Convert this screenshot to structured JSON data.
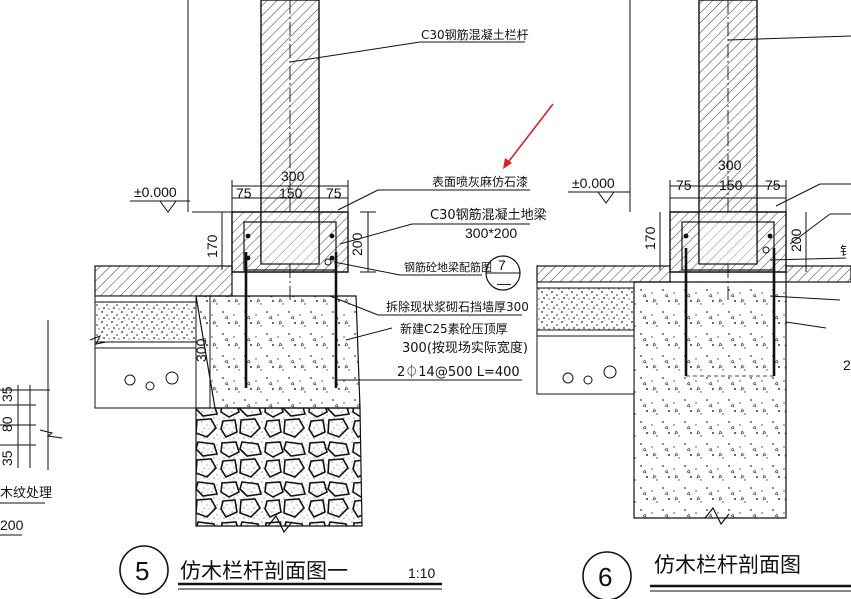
{
  "left_section": {
    "elevation": "±0.000",
    "dims": {
      "total": "300",
      "left": "75",
      "middle": "150",
      "right": "75",
      "beam_h": "170",
      "beam_depth": "200",
      "base_h": "300"
    },
    "labels": {
      "column": "C30钢筋混凝土栏杆",
      "finish": "表面喷灰麻仿石漆",
      "beam": "C30钢筋混凝土地梁",
      "beam_size": "300*200",
      "rebar_ref": "钢筋砼地梁配筋图",
      "detail_num": "7",
      "detail_sheet": "—",
      "demolish": "拆除现状浆砌石挡墙厚300",
      "new_cap_1": "新建C25素砼压顶厚",
      "new_cap_2": "300(按现场实际宽度)",
      "rebar": "2⏀14@500 L=400"
    },
    "title_num": "5",
    "title": "仿木栏杆剖面图一",
    "scale": "1:10"
  },
  "right_section": {
    "elevation": "±0.000",
    "dims": {
      "total": "300",
      "left": "75",
      "middle": "150",
      "right": "75",
      "beam_h": "170",
      "beam_depth": "200"
    },
    "title_num": "6",
    "title": "仿木栏杆剖面图",
    "partial_label": "钅",
    "partial_2": "2"
  },
  "left_edge": {
    "d1": "35",
    "d2": "80",
    "d3": "35",
    "note": "木纹处理",
    "dim": "200"
  }
}
